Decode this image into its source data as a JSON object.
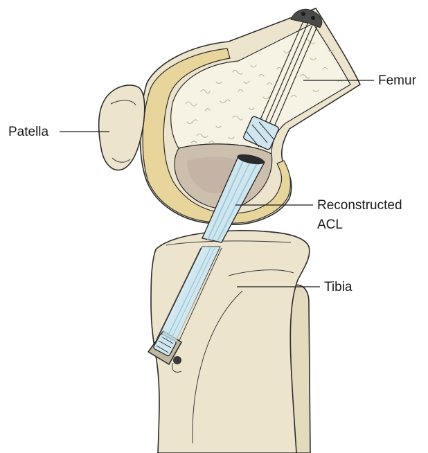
{
  "labels": {
    "femur": "Femur",
    "patella": "Patella",
    "acl_line1": "Reconstructed",
    "acl_line2": "ACL",
    "tibia": "Tibia"
  },
  "colors": {
    "bone": "#ece4cc",
    "bone_shadow": "#ddd2b1",
    "cartilage": "#e8d59c",
    "cancellous": "#f6f2e4",
    "graft": "#cfe6ef",
    "graft_stripe": "#9fc9dc",
    "outline": "#2b2b2b"
  }
}
